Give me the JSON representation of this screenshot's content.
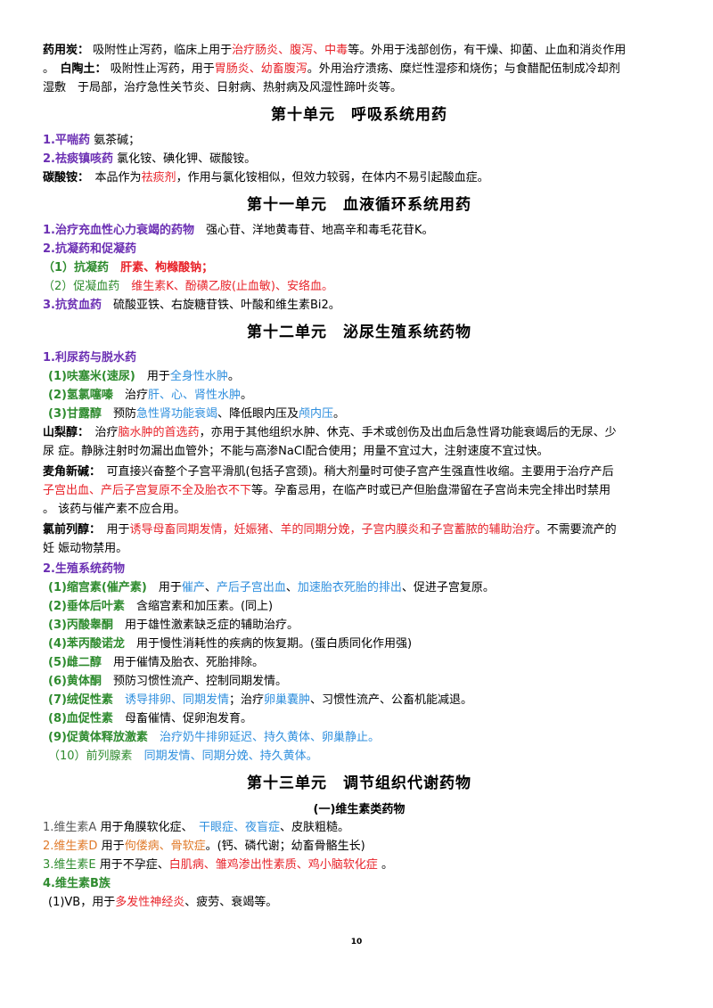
{
  "p1": {
    "a": "药用炭：",
    "b": "吸附性止泻药，临床上用于",
    "c": "治疗肠炎、腹泻、中毒",
    "d": "等。外用于浅部创伤，有干燥、抑菌、止血和消炎作用",
    "e": "。",
    "f": "白陶土：",
    "g": "吸附性止泻药，用于",
    "h": "胃肠炎、幼畜腹泻",
    "i": "。外用治疗溃疡、糜烂性湿疹和烧伤；与食醋配伍制成冷却剂",
    "j": "湿敷　于局部，治疗急性关节炎、日射病、热射病及风湿性蹄叶炎等。"
  },
  "u10": {
    "title": "第十单元　呼吸系统用药",
    "l1a": "1.平喘药",
    "l1b": "氨茶碱；",
    "l2a": "2.祛痰镇咳药",
    "l2b": "氯化铵、碘化钾、碳酸铵。",
    "l3a": "碳酸铵：",
    "l3b": "本品作为",
    "l3c": "祛痰剂",
    "l3d": "，作用与氯化铵相似，但效力较弱，在体内不易引起酸血症。"
  },
  "u11": {
    "title": "第十一单元　血液循环系统用药",
    "l1a": "1.治疗充血性心力衰竭的药物",
    "l1b": "强心苷、洋地黄毒苷、地高辛和毒毛花苷K。",
    "l2": "2.抗凝药和促凝药",
    "l3a": "（1）抗凝药",
    "l3b": "肝素、枸橼酸钠；",
    "l4a": "（2）促凝血药",
    "l4b": "维生素K、酚磺乙胺(止血敏)、安络血。",
    "l5a": "3.抗贫血药",
    "l5b": "硫酸亚铁、右旋糖苷铁、叶酸和维生素Bi2。"
  },
  "u12": {
    "title": "第十二单元　泌尿生殖系统药物",
    "s1": "1.利尿药与脱水药",
    "d1a": "(1)呋塞米(速尿)",
    "d1b": "用于",
    "d1c": "全身性水肿",
    "d1d": "。",
    "d2a": "(2)氢氯噻嗪",
    "d2b": "治疗",
    "d2c": "肝、心、肾性水肿",
    "d2d": "。",
    "d3a": "(3)甘露醇",
    "d3b": "预防",
    "d3c": "急性肾功能衰竭",
    "d3d": "、降低眼内压及",
    "d3e": "颅内压",
    "d3f": "。",
    "s_a": "山梨醇：",
    "s_b": "治疗",
    "s_c": "脑水肿的首选药",
    "s_d": "，亦用于其他组织水肿、休克、手术或创伤及出血后急性肾功能衰竭后的无尿、少",
    "s_e": "尿 症。静脉注射时勿漏出血管外；不能与高渗NaCl配合使用；用量不宜过大，注射速度不宜过快。",
    "m_a": "麦角新碱：",
    "m_b": "可直接兴奋整个子宫平滑肌(包括子宫颈)。稍大剂量时可使子宫产生强直性收缩。主要用于治疗产后",
    "m_c": "子宫出血、产后子宫复原不全及胎衣不下",
    "m_d": "等。孕畜忌用，在临产时或已产但胎盘滞留在子宫尚未完全排出时禁用",
    "m_e": "。 该药与催产素不应合用。",
    "c_a": "氯前列醇：",
    "c_b": "用于",
    "c_c": "诱导母畜同期发情，妊娠猪、羊的同期分娩，子宫内膜炎和子宫蓄脓的辅助治疗",
    "c_d": "。不需要流产的",
    "c_e": "妊 娠动物禁用。",
    "s2": "2.生殖系统药物",
    "r1a": "(1)缩宫素(催产素)",
    "r1b": "用于",
    "r1c": "催产",
    "r1d": "、",
    "r1e": "产后子宫出血",
    "r1f": "、",
    "r1g": "加速胎衣死胎的排出",
    "r1h": "、促进子宫复原。",
    "r2a": "(2)垂体后叶素",
    "r2b": "含缩宫素和加压素。(同上)",
    "r3a": "(3)丙酸睾酮",
    "r3b": "用于雄性激素缺乏症的辅助治疗。",
    "r4a": "(4)苯丙酸诺龙",
    "r4b": "用于慢性消耗性的疾病的恢复期。(蛋白质同化作用强)",
    "r5a": "(5)雌二醇",
    "r5b": "用于催情及胎衣、死胎排除。",
    "r6a": "(6)黄体酮",
    "r6b": "预防习惯性流产、控制同期发情。",
    "r7a": "(7)绒促性素",
    "r7b": "诱导排卵、同期发情",
    "r7c": "；治疗",
    "r7d": "卵巢囊肿",
    "r7e": "、习惯性流产、公畜机能减退。",
    "r8a": "(8)血促性素",
    "r8b": "母畜催情、促卵泡发育。",
    "r9a": "(9)促黄体释放激素",
    "r9b": "治疗奶牛排卵延迟、持久黄体、卵巢静止。",
    "r10a": "（10）前列腺素",
    "r10b": "同期发情、同期分娩、持久黄体。"
  },
  "u13": {
    "title": "第十三单元　调节组织代谢药物",
    "sub": "(一)维生素类药物",
    "v1a": "1.维生素A",
    "v1b": "用于角膜软化症、",
    "v1c": "干眼症、夜盲症",
    "v1d": "、皮肤粗糙。",
    "v2a": "2.维生素D",
    "v2b": "用于",
    "v2c": "佝偻病、骨软症",
    "v2d": "。(钙、磷代谢；幼畜骨骼生长)",
    "v3a": "3.维生素E",
    "v3b": "用于不孕症、",
    "v3c": "白肌病、雏鸡渗出性素质、鸡小脑软化症",
    "v3d": "。",
    "v4": "4.维生素B族",
    "v5a": "(1)VB",
    "v5b": "用于",
    "v5c": "多发性神经炎",
    "v5d": "、疲劳、衰竭等。"
  },
  "page_number": "10"
}
